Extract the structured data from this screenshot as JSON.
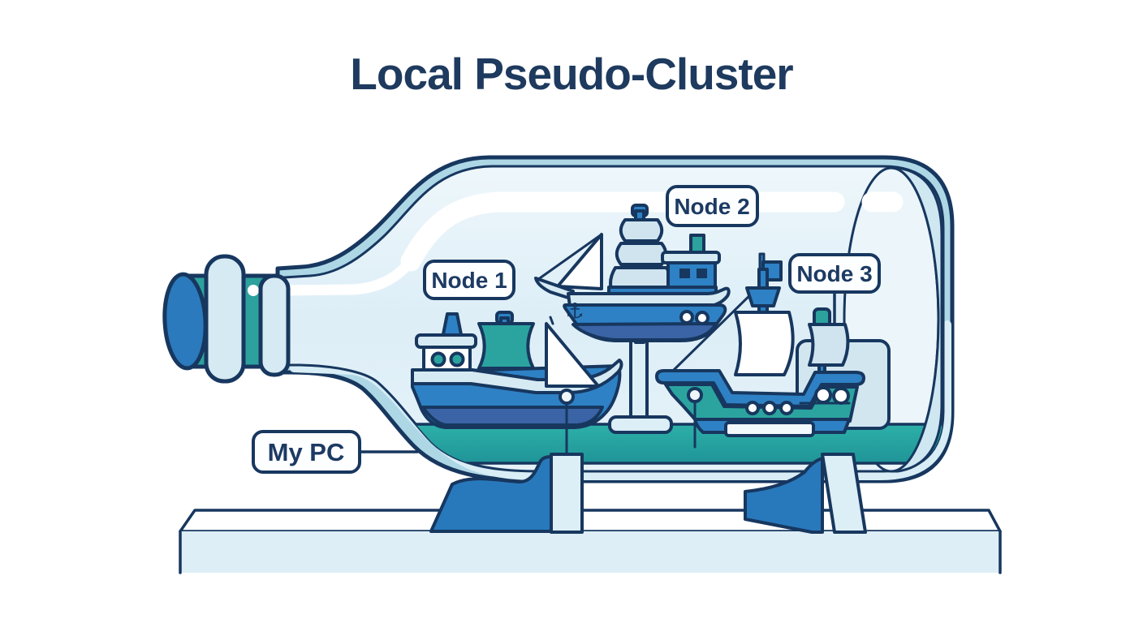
{
  "title": "Local Pseudo-Cluster",
  "labels": {
    "node1": "Node 1",
    "node2": "Node 2",
    "node3": "Node 3",
    "my_pc": "My PC"
  },
  "icons": {
    "anchor": "⚓"
  },
  "colors": {
    "outline_navy": "#17375f",
    "title_navy": "#1e3a5e",
    "label_text_navy": "#1c3a63",
    "glass_rim": "#aed7e6",
    "glass_inner_light": "#e6f2f8",
    "glass_band_light": "#d8edf5",
    "water_teal_top": "#2db0a8",
    "water_teal_bottom": "#1f9498",
    "ship_blue": "#2e81c4",
    "keel_blue": "#3a64a6",
    "sail_teal": "#2ba49f",
    "sail_light_blue": "#cfe4ef",
    "sail_white": "#ffffff",
    "stand_blue": "#2879bc",
    "cork_teal": "#2da19d",
    "cork_face_blue": "#2a7abd",
    "crate_light": "#d2e6f0",
    "table_front": "#ddeef6"
  }
}
